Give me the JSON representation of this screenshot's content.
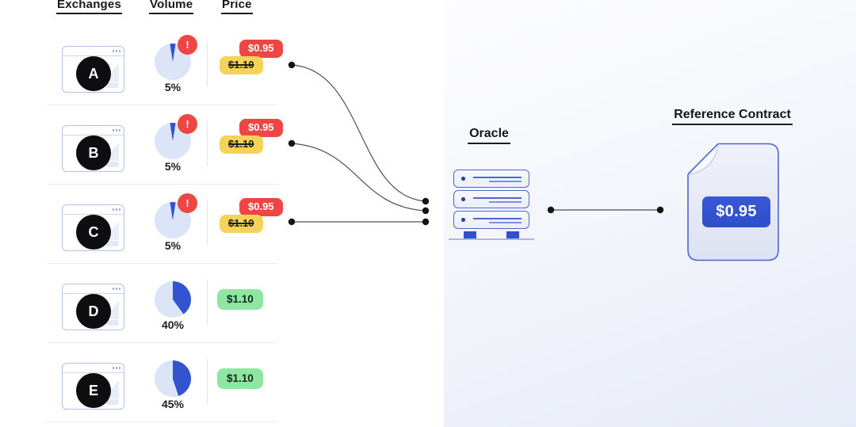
{
  "columns": {
    "exchanges": "Exchanges",
    "volume": "Volume",
    "price": "Price"
  },
  "rows": [
    {
      "id": "A",
      "volume_label": "5%",
      "volume_pct": 5,
      "alert": "!",
      "price_current": "$0.95",
      "price_old": "$1.10",
      "status": "deviated"
    },
    {
      "id": "B",
      "volume_label": "5%",
      "volume_pct": 5,
      "alert": "!",
      "price_current": "$0.95",
      "price_old": "$1.10",
      "status": "deviated"
    },
    {
      "id": "C",
      "volume_label": "5%",
      "volume_pct": 5,
      "alert": "!",
      "price_current": "$0.95",
      "price_old": "$1.10",
      "status": "deviated"
    },
    {
      "id": "D",
      "volume_label": "40%",
      "volume_pct": 40,
      "price_current": "$1.10",
      "status": "normal"
    },
    {
      "id": "E",
      "volume_label": "45%",
      "volume_pct": 45,
      "price_current": "$1.10",
      "status": "normal"
    }
  ],
  "oracle": {
    "label": "Oracle"
  },
  "reference_contract": {
    "label": "Reference Contract",
    "price": "$0.95"
  },
  "colors": {
    "alert_red": "#ee4743",
    "old_price_yellow": "#f5d35b",
    "ok_green": "#8fe5a2",
    "accent_blue": "#3354cf",
    "pie_light": "#dce4f7",
    "icon_border": "#b4c0e4",
    "connector": "#4f4f52",
    "ink": "#17181a"
  }
}
